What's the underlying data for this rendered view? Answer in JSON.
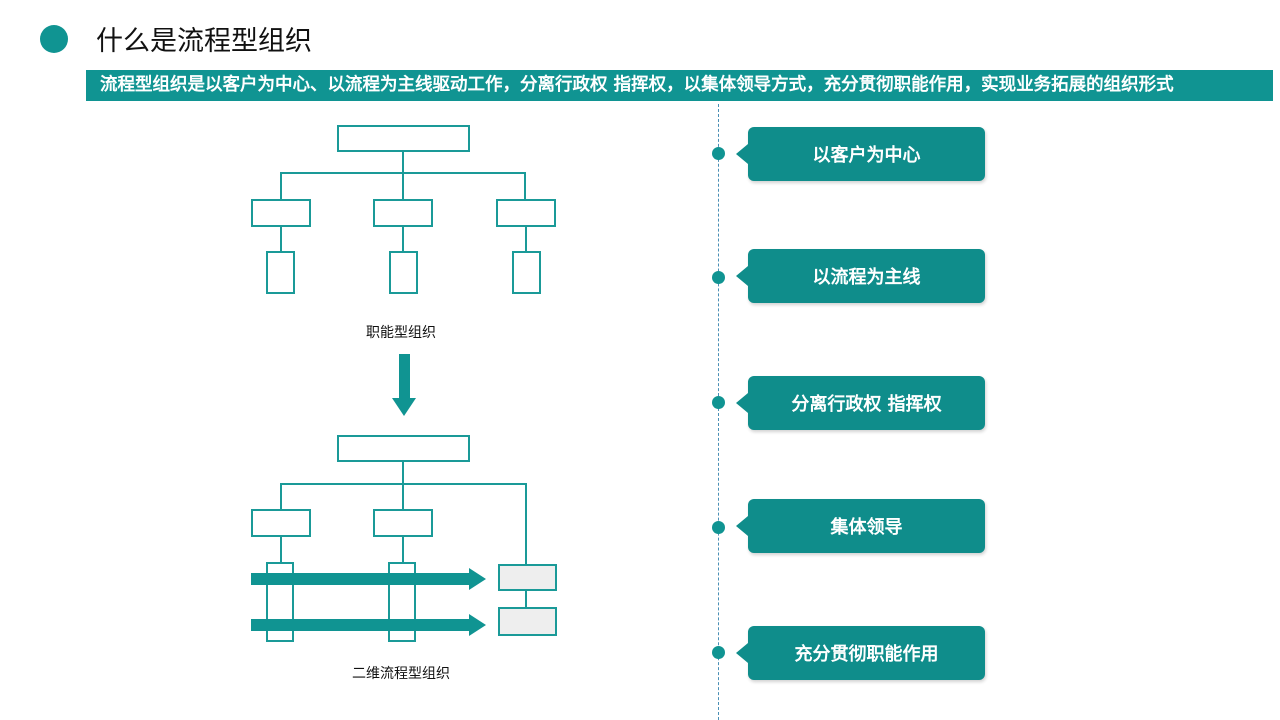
{
  "title": "什么是流程型组织",
  "banner": "流程型组织是以客户为中心、以流程为主线驱动工作，分离行政权 指挥权，以集体领导方式，充分贯彻职能作用，实现业务拓展的组织形式",
  "diagram": {
    "functional_caption": "职能型组织",
    "process_caption": "二维流程型组织"
  },
  "features": [
    "以客户为中心",
    "以流程为主线",
    "分离行政权 指挥权",
    "集体领导",
    "充分贯彻职能作用"
  ],
  "colors": {
    "accent": "#109492",
    "box_stroke": "#1a9a98",
    "grey_box": "#eeeeee",
    "divider": "#4a8fb5"
  }
}
